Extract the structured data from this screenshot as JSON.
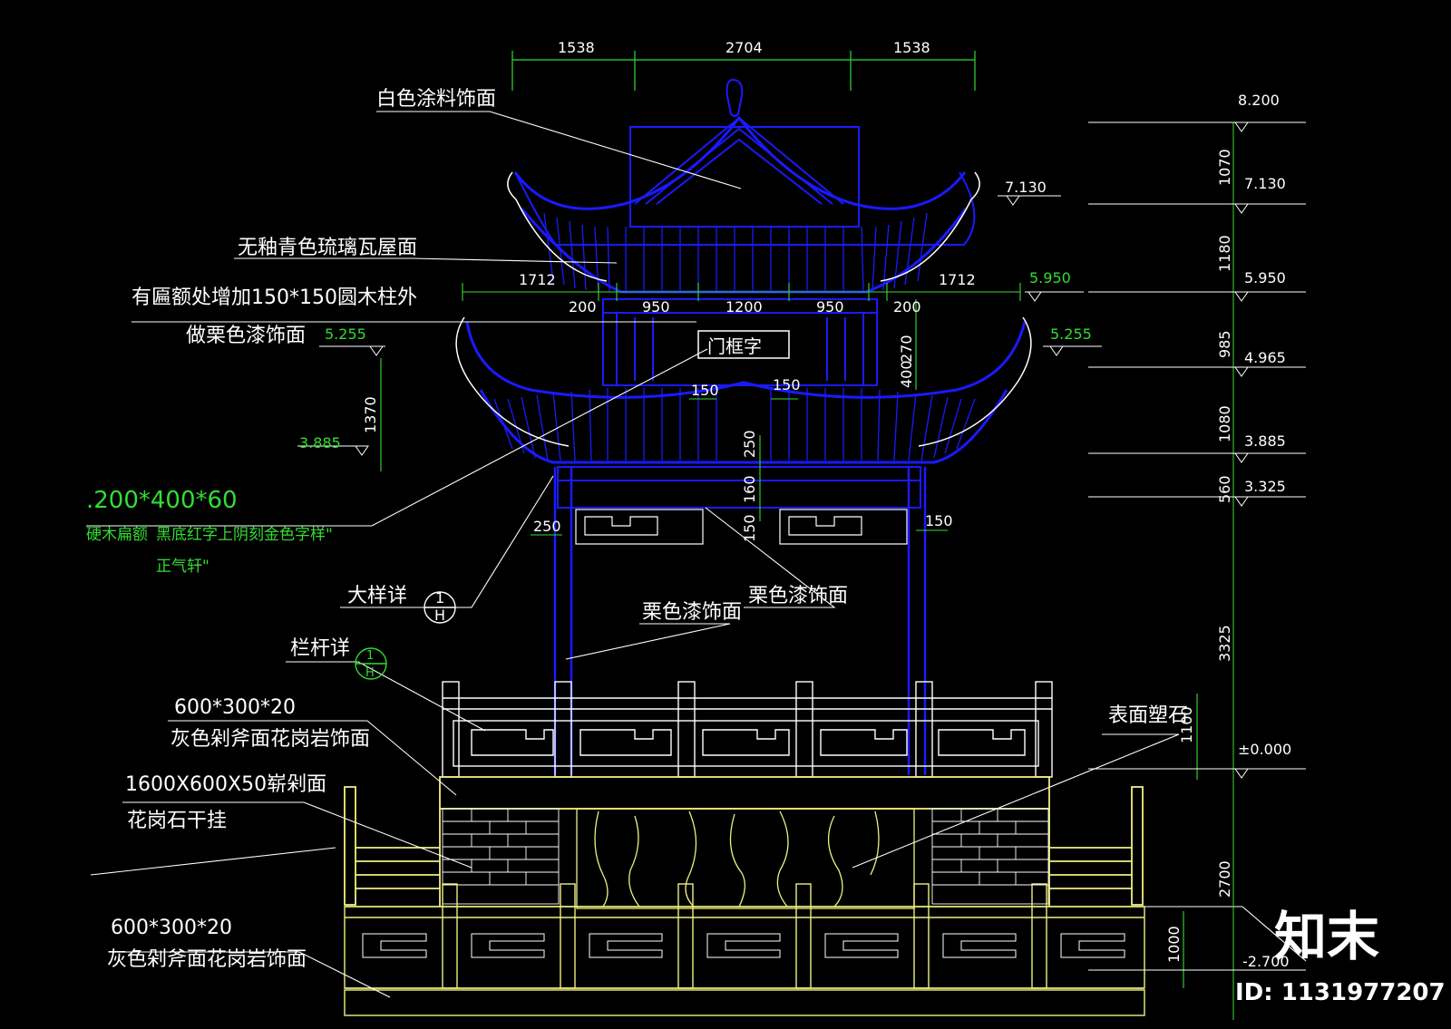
{
  "top_dims": [
    "1538",
    "2704",
    "1538"
  ],
  "labels": {
    "white_paint": "白色涂料饰面",
    "tile_roof": "无釉青色琉璃瓦屋面",
    "plaque_note_1": "有匾额处增加150*150圆木柱外",
    "plaque_note_2": "做栗色漆饰面",
    "plaque_size": ".200*400*60",
    "plaque_desc_1": "硬木扁额",
    "plaque_desc_2": "黑底红字上阴刻金色字样\"",
    "plaque_desc_3": "正气轩\"",
    "detail_label": "大样详",
    "railing_label": "栏杆详",
    "chestnut_1": "栗色漆饰面",
    "chestnut_2": "栗色漆饰面",
    "granite_size_1": "600*300*20",
    "granite_desc_1": "灰色剁斧面花岗岩饰面",
    "panel_size": "1600X600X50崭剁面",
    "panel_desc": "花岗石干挂",
    "granite_size_2": "600*300*20",
    "granite_desc_2": "灰色剁斧面花岗岩饰面",
    "surface_rock": "表面塑石",
    "plaque_text": "门框字"
  },
  "mid_dims": {
    "d1712_l": "1712",
    "d1712_r": "1712",
    "d200_l": "200",
    "d950_l": "950",
    "d1200": "1200",
    "d950_r": "950",
    "d200_r": "200",
    "d270": "270",
    "d400": "400",
    "d150_a": "150",
    "d150_b": "150",
    "d250_v": "250",
    "d160": "160",
    "d150_v": "150",
    "d250_h": "250",
    "d150_h": "150",
    "d1370": "1370",
    "d1100": "1100",
    "d1000": "1000"
  },
  "elevations": {
    "l_5255": "5.255",
    "l_3885": "3.885",
    "m_7130": "7.130",
    "m_5950": "5.950",
    "m_5255": "5.255",
    "r_8200": "8.200",
    "r_7130": "7.130",
    "r_5950": "5.950",
    "r_4965": "4.965",
    "r_3885": "3.885",
    "r_3325": "3.325",
    "r_000": "±0.000",
    "r_m2700": "-2.700"
  },
  "right_dims": [
    "1070",
    "1180",
    "985",
    "1080",
    "560",
    "3325",
    "2700"
  ],
  "detail_marks": {
    "a_top": "1",
    "a_bot": "H",
    "b_top": "1",
    "b_bot": "H"
  },
  "watermark": {
    "logo": "知末",
    "id": "ID: 1131977207"
  },
  "colors": {
    "roof": "#1a1aff",
    "stone": "#f0f080",
    "lines": "#ffffff",
    "note": "#33dd33",
    "dim_tick": "#33dd33"
  }
}
